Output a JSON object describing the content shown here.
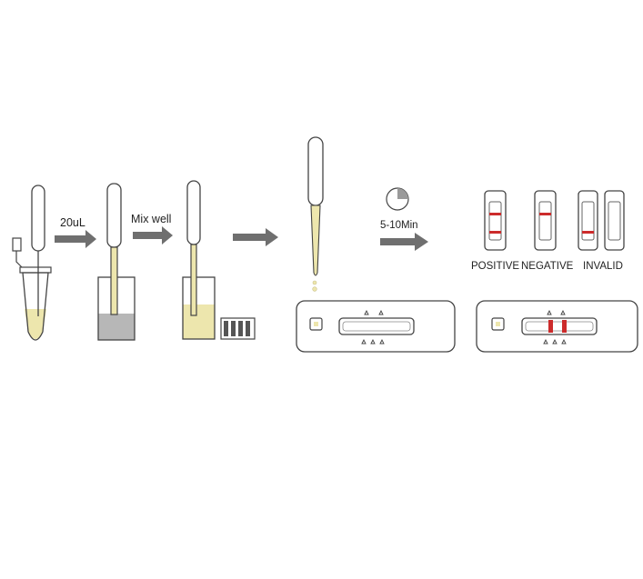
{
  "steps": {
    "transfer_volume": "20uL",
    "mix_instruction": "Mix well",
    "incubation_time": "5-10Min"
  },
  "results": {
    "positive": "POSITIVE",
    "negative": "NEGATIVE",
    "invalid": "INVALID"
  },
  "colors": {
    "sample_fluid": "#ede6ad",
    "result_line": "#cc2b2b",
    "arrow": "#6f6f6f",
    "outline": "#444444",
    "buffer_grey": "#b7b7b7"
  },
  "icons": {
    "tube": "sample-tube-icon",
    "pipette": "dropper-pipette-icon",
    "buffer_tube": "buffer-tube-icon",
    "strip": "test-strip-pack-icon",
    "timer": "timer-clock-icon",
    "cassette": "test-cassette-icon"
  },
  "timer_elapsed_fraction": 0.25
}
